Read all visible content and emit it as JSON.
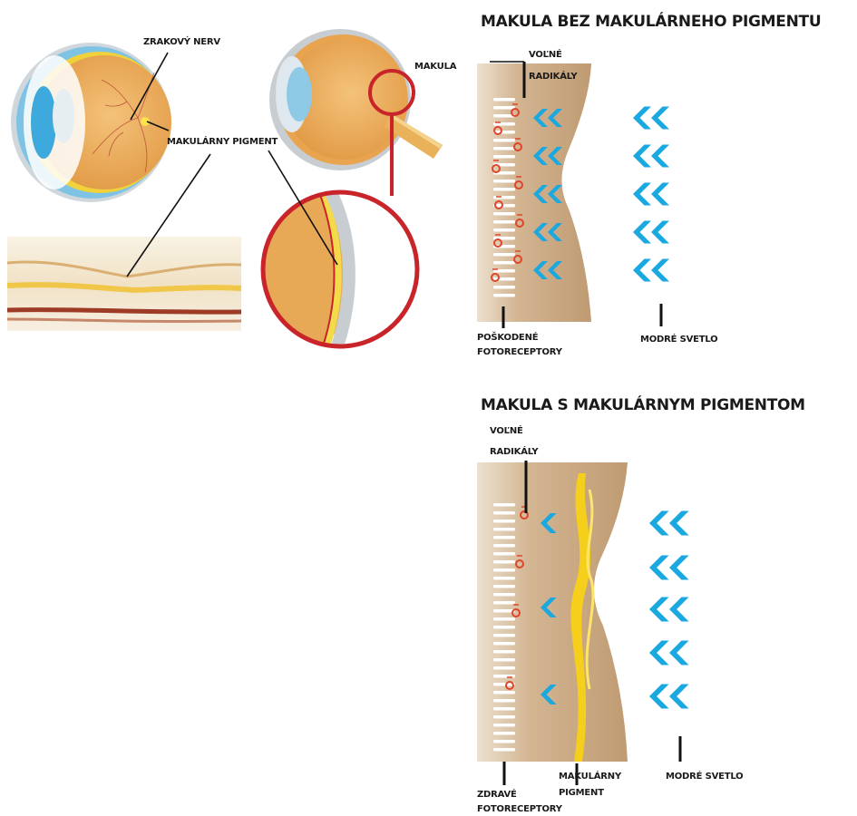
{
  "anatomy": {
    "labels": {
      "optic_nerve": "ZRAKOVÝ NERV",
      "macula": "MAKULA",
      "macular_pigment": "MAKULÁRNY PIGMENT"
    }
  },
  "panel_without_pigment": {
    "title": "MAKULA BEZ MAKULÁRNEHO PIGMENTU",
    "free_radicals_line1": "VOĽNÉ",
    "free_radicals_line2": "RADIKÁLY",
    "photoreceptors_line1": "POŠKODENÉ",
    "photoreceptors_line2": "FOTORECEPTORY",
    "blue_light": "MODRÉ SVETLO"
  },
  "panel_with_pigment": {
    "title": "MAKULA S MAKULÁRNYM PIGMENTOM",
    "free_radicals_line1": "VOĽNÉ",
    "free_radicals_line2": "RADIKÁLY",
    "photoreceptors_line1": "ZDRAVÉ",
    "photoreceptors_line2": "FOTORECEPTORY",
    "pigment_line1": "MAKULÁRNY",
    "pigment_line2": "PIGMENT",
    "blue_light": "MODRÉ SVETLO"
  },
  "colors": {
    "blue_light": "#1aa8e0",
    "tissue": "#c8a57e",
    "pigment": "#f6cf1c",
    "radical": "#e0442a",
    "ring": "#c8242a"
  }
}
